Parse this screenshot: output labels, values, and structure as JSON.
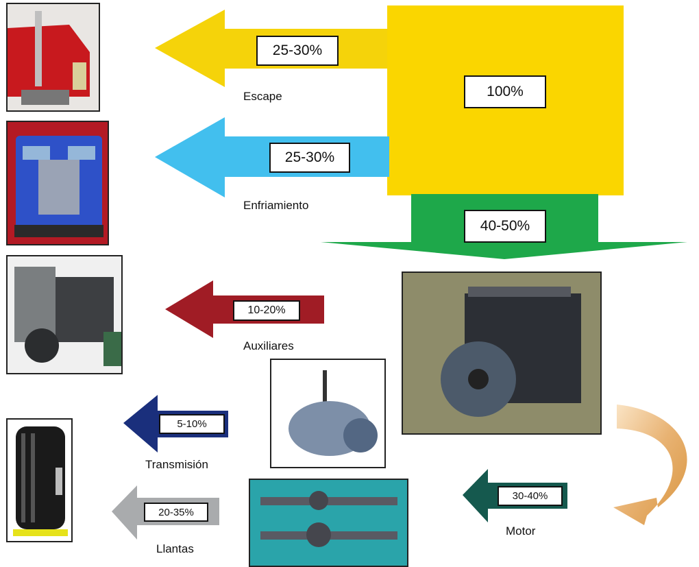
{
  "flows": {
    "total": "100%",
    "escape": {
      "value": "25-30%",
      "label": "Escape"
    },
    "enfriamiento": {
      "value": "25-30%",
      "label": "Enfriamiento"
    },
    "motor_input": {
      "value": "40-50%"
    },
    "auxiliares": {
      "value": "10-20%",
      "label": "Auxiliares"
    },
    "transmision": {
      "value": "5-10%",
      "label": "Transmisión"
    },
    "llantas": {
      "value": "20-35%",
      "label": "Llantas"
    },
    "motor": {
      "value": "30-40%",
      "label": "Motor"
    }
  },
  "colors": {
    "total_block": "#fad600",
    "escape_arrow": "#f5d30a",
    "enfriamiento_arrow": "#42bfee",
    "motor_input_arrow": "#1ea84a",
    "auxiliares_arrow": "#a01c25",
    "transmision_arrow": "#1a2f7c",
    "llantas_arrow": "#a9abad",
    "motor_arrow": "#15594e",
    "curve_arrow": "#e3a862"
  }
}
